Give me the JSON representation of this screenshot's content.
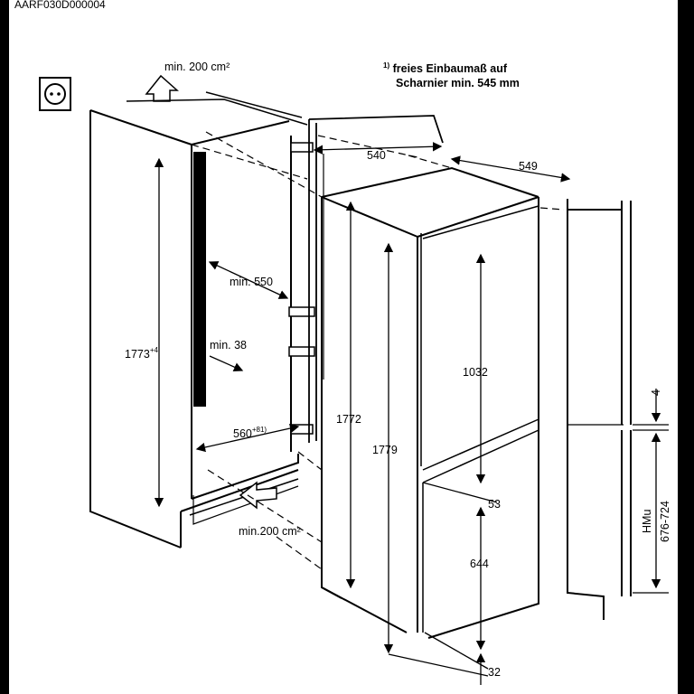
{
  "diagram_code": "AARF030D000004",
  "note": {
    "marker": "1)",
    "line1": "freies Einbaumaß auf",
    "line2": "Scharnier min. 545 mm"
  },
  "labels": {
    "vent_top": "min. 200 cm²",
    "vent_bottom": "min.200 cm²",
    "depth_door": "540",
    "depth_unit": "549",
    "min_550": "min. 550",
    "niche_height": "1773",
    "niche_height_tol": "+4",
    "min_38": "min. 38",
    "niche_width": "560",
    "niche_width_tol": "+8",
    "niche_width_ref": "1)",
    "unit_height_left": "1772",
    "unit_height_right": "1779",
    "upper_door": "1032",
    "gap_53": "53",
    "lower_door": "644",
    "gap_32": "32",
    "side_4": "4",
    "hmu_label": "HMu",
    "hmu_range": "676-724"
  }
}
